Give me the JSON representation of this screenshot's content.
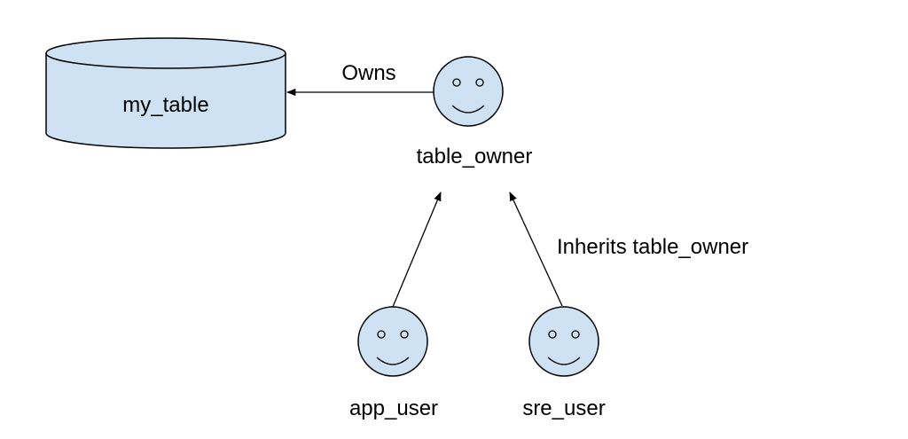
{
  "nodes": {
    "table": {
      "label": "my_table",
      "kind": "database-cylinder",
      "fill": "#cfe2f3"
    },
    "table_owner": {
      "label": "table_owner",
      "kind": "user-face",
      "fill": "#cfe2f3"
    },
    "app_user": {
      "label": "app_user",
      "kind": "user-face",
      "fill": "#cfe2f3"
    },
    "sre_user": {
      "label": "sre_user",
      "kind": "user-face",
      "fill": "#cfe2f3"
    }
  },
  "edges": {
    "owns": {
      "from": "table_owner",
      "to": "table",
      "label": "Owns"
    },
    "app_inherits": {
      "from": "app_user",
      "to": "table_owner",
      "label": ""
    },
    "sre_inherits": {
      "from": "sre_user",
      "to": "table_owner",
      "label": "Inherits table_owner"
    }
  }
}
